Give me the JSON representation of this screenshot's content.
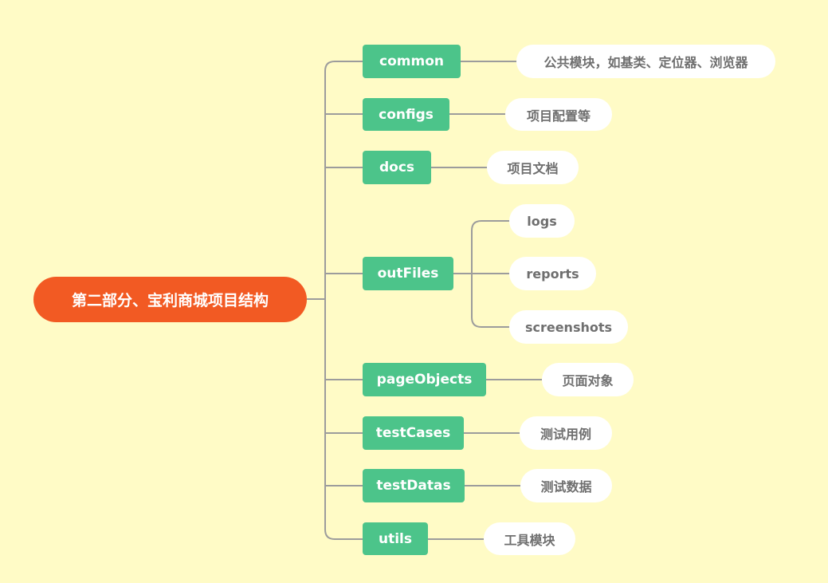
{
  "diagram": {
    "root": "第二部分、宝利商城项目结构",
    "colors": {
      "background": "#fffbc6",
      "root": "#f25a23",
      "branch": "#4cc48a",
      "leaf": "#ffffff",
      "leaf_text": "#6f6f6f",
      "connector": "#9c9c9c"
    },
    "branches": [
      {
        "label": "common",
        "children": [
          "公共模块，如基类、定位器、浏览器"
        ]
      },
      {
        "label": "configs",
        "children": [
          "项目配置等"
        ]
      },
      {
        "label": "docs",
        "children": [
          "项目文档"
        ]
      },
      {
        "label": "outFiles",
        "children": [
          "logs",
          "reports",
          "screenshots"
        ]
      },
      {
        "label": "pageObjects",
        "children": [
          "页面对象"
        ]
      },
      {
        "label": "testCases",
        "children": [
          "测试用例"
        ]
      },
      {
        "label": "testDatas",
        "children": [
          "测试数据"
        ]
      },
      {
        "label": "utils",
        "children": [
          "工具模块"
        ]
      }
    ]
  }
}
